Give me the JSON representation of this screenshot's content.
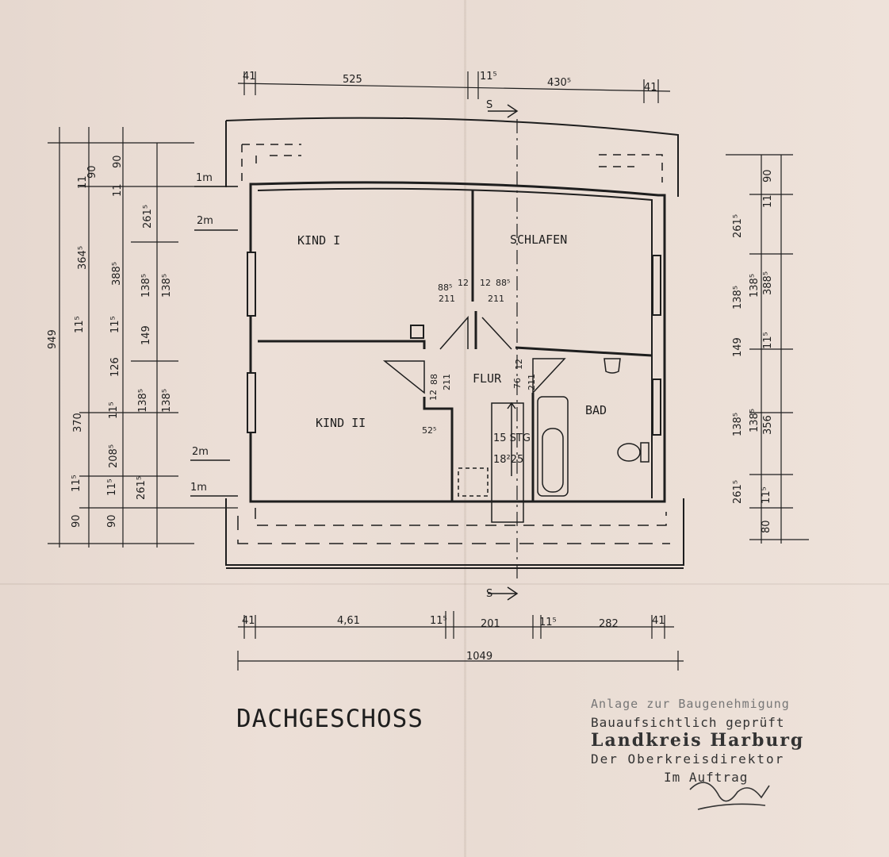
{
  "plan": {
    "title": "DACHGESCHOSS",
    "rooms": {
      "kind1": "KIND I",
      "kind2": "KIND II",
      "schlafen": "SCHLAFEN",
      "flur": "FLUR",
      "bad": "BAD"
    },
    "section_marker": "S",
    "stair": {
      "count": "15 STG",
      "rise": "18²25"
    },
    "level_marks": {
      "top_1m": "1m",
      "top_2m": "2m",
      "bottom_2m": "2m",
      "bottom_1m": "1m"
    },
    "dims_top": [
      "41",
      "525",
      "11⁵",
      "430⁵",
      "41"
    ],
    "dims_bottom": [
      "41",
      "4,61",
      "11⁵",
      "201",
      "11⁵",
      "282",
      "41"
    ],
    "dims_bottom_total": "1049",
    "dims_left_total": "949",
    "dims_left_col1": [
      "90",
      "11⁵",
      "370",
      "11⁵",
      "364⁵",
      "11",
      "90"
    ],
    "dims_left_col2": [
      "90",
      "11⁵",
      "208⁵",
      "11⁵",
      "126",
      "11⁵",
      "388⁵",
      "11",
      "90"
    ],
    "dims_left_col3": [
      "261⁵",
      "138⁵",
      "149",
      "138⁵",
      "261⁵"
    ],
    "dims_left_col4": [
      "138⁵",
      "138⁵"
    ],
    "dims_right": [
      "80",
      "11⁵",
      "261⁵",
      "138⁵",
      "138⁵",
      "356",
      "149",
      "11⁵",
      "138⁵",
      "138⁵",
      "388⁵",
      "261⁵",
      "11",
      "90"
    ],
    "door_dims": [
      "88⁵",
      "12",
      "12",
      "88⁵",
      "211",
      "211",
      "12",
      "88",
      "211",
      "76",
      "12",
      "211",
      "52⁵"
    ]
  },
  "stamp": {
    "line1": "Anlage zur Baugenehmigung",
    "line2": "Bauaufsichtlich geprüft",
    "line3": "Landkreis Harburg",
    "line4": "Der Oberkreisdirektor",
    "line5": "Im Auftrag"
  },
  "colors": {
    "paper": "#e9dcd4",
    "ink": "#1e1e1e"
  }
}
